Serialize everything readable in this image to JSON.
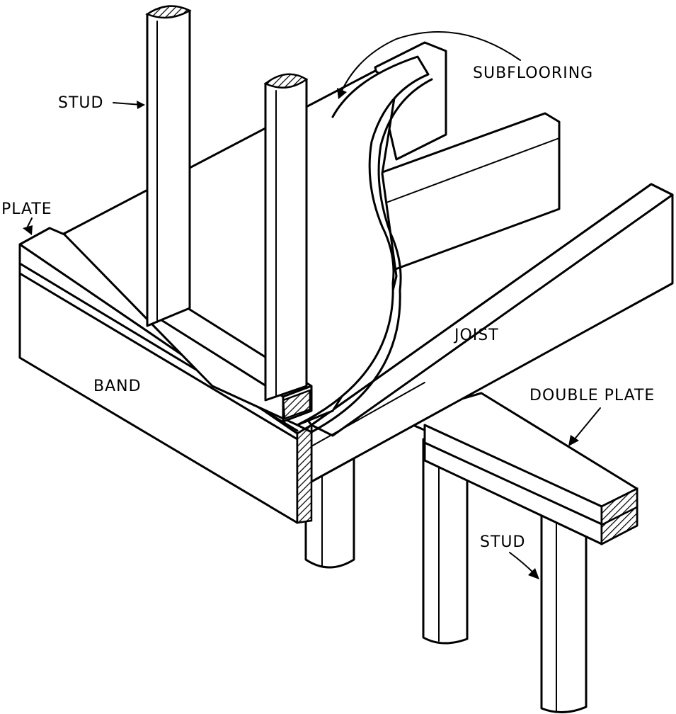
{
  "labels": {
    "stud_top": "STUD",
    "subflooring": "SUBFLOORING",
    "plate": "PLATE",
    "joist": "JOIST",
    "band": "BAND",
    "double_plate": "DOUBLE PLATE",
    "stud_bottom": "STUD"
  },
  "colors": {
    "ink": "#000000",
    "paper": "#ffffff"
  }
}
